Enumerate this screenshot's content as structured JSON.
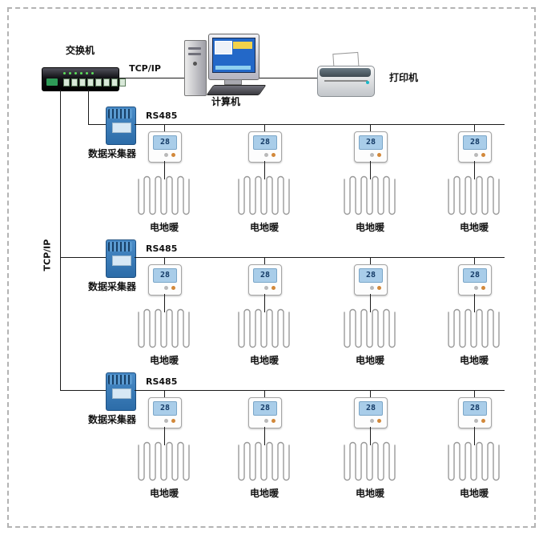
{
  "network": {
    "switch_label": "交换机",
    "computer_label": "计算机",
    "printer_label": "打印机",
    "tcpip_top_label": "TCP/IP",
    "tcpip_side_label": "TCP/IP"
  },
  "rows": [
    {
      "collector_label": "数据采集器",
      "bus_label": "RS485",
      "units": [
        {
          "display": "28",
          "heater_label": "电地暖"
        },
        {
          "display": "28",
          "heater_label": "电地暖"
        },
        {
          "display": "28",
          "heater_label": "电地暖"
        },
        {
          "display": "28",
          "heater_label": "电地暖"
        }
      ]
    },
    {
      "collector_label": "数据采集器",
      "bus_label": "RS485",
      "units": [
        {
          "display": "28",
          "heater_label": "电地暖"
        },
        {
          "display": "28",
          "heater_label": "电地暖"
        },
        {
          "display": "28",
          "heater_label": "电地暖"
        },
        {
          "display": "28",
          "heater_label": "电地暖"
        }
      ]
    },
    {
      "collector_label": "数据采集器",
      "bus_label": "RS485",
      "units": [
        {
          "display": "28",
          "heater_label": "电地暖"
        },
        {
          "display": "28",
          "heater_label": "电地暖"
        },
        {
          "display": "28",
          "heater_label": "电地暖"
        },
        {
          "display": "28",
          "heater_label": "电地暖"
        }
      ]
    }
  ],
  "colors": {
    "line": "#1a1a1a",
    "collector_blue": "#2f6fae",
    "thermostat_lcd_blue": "#a9cde9",
    "coil_gray": "#999999",
    "frame_dash_gray": "#b3b3b3"
  }
}
